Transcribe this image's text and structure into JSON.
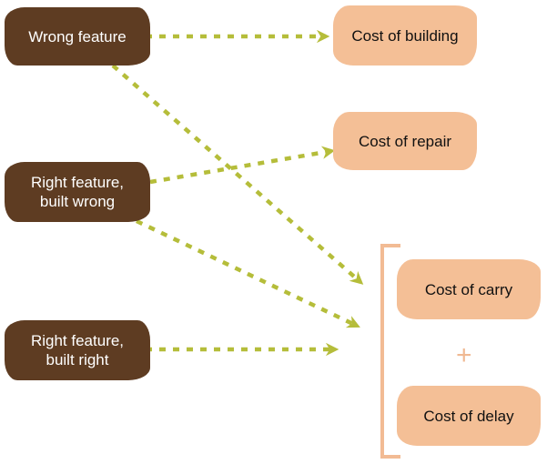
{
  "colors": {
    "source_box": "#5e3c22",
    "cost_box": "#f4bf96",
    "arrow": "#b5bd3a",
    "bracket": "#f2bb94"
  },
  "sources": {
    "wrong_feature": "Wrong feature",
    "right_built_wrong": "Right feature,\nbuilt wrong",
    "right_built_right": "Right feature,\nbuilt right"
  },
  "costs": {
    "building": "Cost of building",
    "repair": "Cost of repair",
    "carry": "Cost of carry",
    "delay": "Cost of delay"
  },
  "group": {
    "plus": "+"
  }
}
